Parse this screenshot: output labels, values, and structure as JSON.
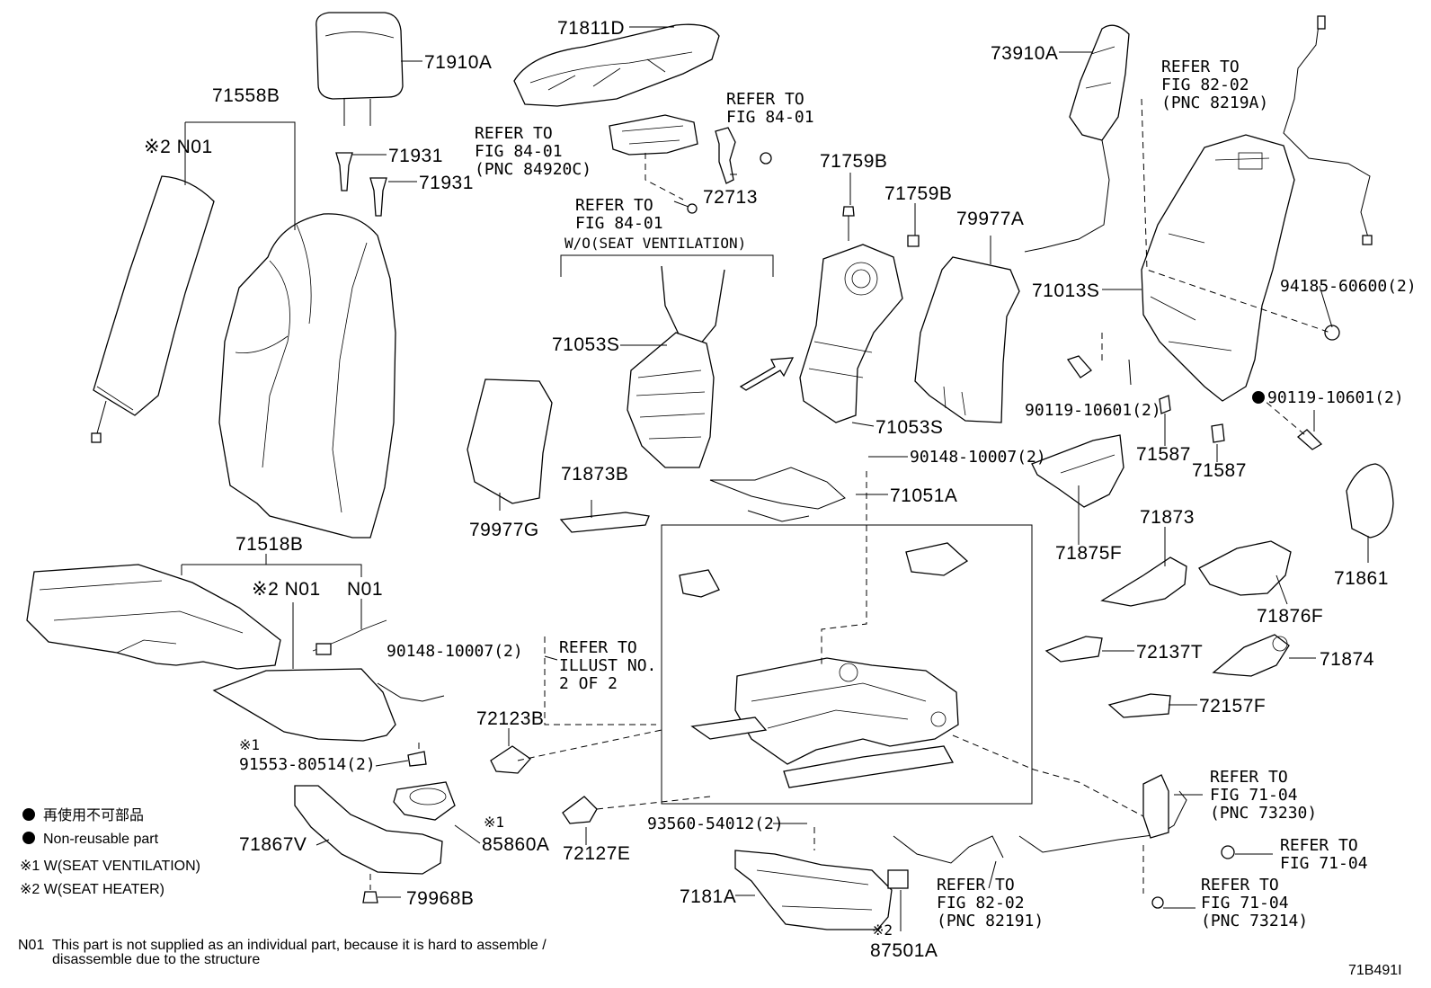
{
  "parts": {
    "p71910A": "71910A",
    "p71558B": "71558B",
    "p71931a": "71931",
    "p71931b": "71931",
    "p71811D": "71811D",
    "p72713": "72713",
    "p73910A": "73910A",
    "p71759Ba": "71759B",
    "p71759Bb": "71759B",
    "p79977A": "79977A",
    "p71013S": "71013S",
    "p94185": "94185-60600(2)",
    "p71053Sa": "71053S",
    "p71053Sb": "71053S",
    "p90119a": "90119-10601(2)",
    "p90119b": "90119-10601(2)",
    "p90148a": "90148-10007(2)",
    "p90148b": "90148-10007(2)",
    "p71051A": "71051A",
    "p71587a": "71587",
    "p71587b": "71587",
    "p71873B": "71873B",
    "p79977G": "79977G",
    "p71875F": "71875F",
    "p71873": "71873",
    "p71861": "71861",
    "p71876F": "71876F",
    "p71518B": "71518B",
    "p72137T": "72137T",
    "p71874": "71874",
    "p72123B": "72123B",
    "p72157F": "72157F",
    "p91553": "91553-80514(2)",
    "p85860A": "85860A",
    "p72127E": "72127E",
    "p93560": "93560-54012(2)",
    "p71867V": "71867V",
    "p79968B": "79968B",
    "p7181A": "7181A",
    "p87501A": "87501A"
  },
  "marks": {
    "n01_a": "※2 N01",
    "n01_b": "※2 N01",
    "n01_c": "N01",
    "x1_a": "※1",
    "x1_b": "※1",
    "x2_a": "※2"
  },
  "refs": {
    "r_fig8401_left": [
      "REFER TO",
      "FIG 84-01",
      "(PNC 84920C)"
    ],
    "r_fig8401_right": [
      "REFER TO",
      "FIG 84-01"
    ],
    "r_fig8401_bolt": [
      "REFER TO",
      "FIG 84-01"
    ],
    "r_fig8202_top": [
      "REFER TO",
      "FIG 82-02",
      "(PNC 8219A)"
    ],
    "r_illust": [
      "REFER TO",
      "ILLUST NO.",
      "2 OF 2"
    ],
    "r_fig7104_a": [
      "REFER TO",
      "FIG 71-04",
      "(PNC 73230)"
    ],
    "r_fig7104_b": [
      "REFER TO",
      "FIG 71-04"
    ],
    "r_fig7104_c": [
      "REFER TO",
      "FIG 71-04",
      "(PNC 73214)"
    ],
    "r_fig8202_bottom": [
      "REFER TO",
      "FIG 82-02",
      "(PNC 82191)"
    ]
  },
  "wo_label": "W/O(SEAT VENTILATION)",
  "legend": {
    "jp": "再使用不可部品",
    "en": "Non-reusable part",
    "x1": "※1  W(SEAT VENTILATION)",
    "x2": "※2  W(SEAT HEATER)",
    "n01_key": "N01",
    "n01_line1": "This part is not supplied as an individual part, because it is hard to assemble /",
    "n01_line2": "disassemble due to the structure"
  },
  "diagram_id": "71B491I"
}
